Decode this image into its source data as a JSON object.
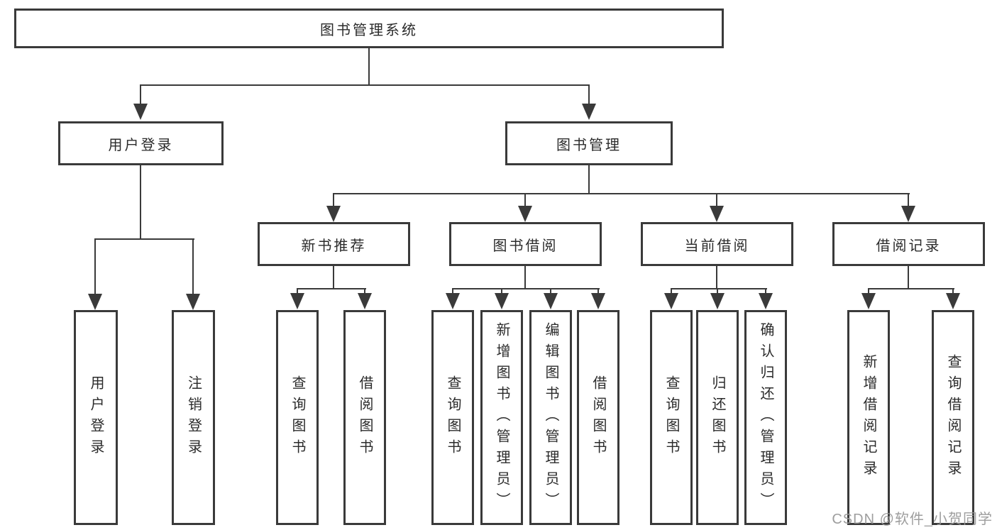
{
  "diagram": {
    "title": "图书管理系统",
    "root": {
      "label": "图书管理系统"
    },
    "branches": [
      {
        "label": "用户登录",
        "children": [
          {
            "label": "用户登录"
          },
          {
            "label": "注销登录"
          }
        ]
      },
      {
        "label": "图书管理",
        "children": [
          {
            "label": "新书推荐",
            "children": [
              {
                "label": "查询图书"
              },
              {
                "label": "借阅图书"
              }
            ]
          },
          {
            "label": "图书借阅",
            "children": [
              {
                "label": "查询图书"
              },
              {
                "label": "新增图书（管理员）"
              },
              {
                "label": "编辑图书（管理员）"
              },
              {
                "label": "借阅图书"
              }
            ]
          },
          {
            "label": "当前借阅",
            "children": [
              {
                "label": "查询图书"
              },
              {
                "label": "归还图书"
              },
              {
                "label": "确认归还（管理员）"
              }
            ]
          },
          {
            "label": "借阅记录",
            "children": [
              {
                "label": "新增借阅记录"
              },
              {
                "label": "查询借阅记录"
              }
            ]
          }
        ]
      }
    ]
  },
  "watermark": {
    "text": "CSDN @软件_小贺同学"
  },
  "colors": {
    "line": "#3a3a3a",
    "box_border": "#3a3a3a",
    "text": "#2b2b2b",
    "watermark": "#969696",
    "background": "#ffffff"
  }
}
